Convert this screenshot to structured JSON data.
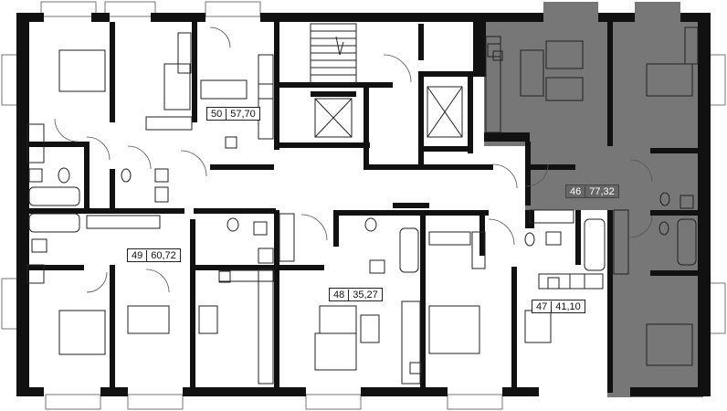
{
  "apartments": [
    {
      "number": "50",
      "area": "57,70"
    },
    {
      "number": "46",
      "area": "77,32"
    },
    {
      "number": "49",
      "area": "60,72"
    },
    {
      "number": "48",
      "area": "35,27"
    },
    {
      "number": "47",
      "area": "41,10"
    }
  ],
  "highlight_color": "#777777",
  "wall_color": "#111111",
  "icons": [
    "stair-icon",
    "elevator-icon",
    "bathtub-icon",
    "toilet-icon",
    "sink-icon",
    "stove-icon",
    "bed-icon",
    "sofa-icon",
    "dining-table-icon",
    "wardrobe-icon",
    "vent-icon",
    "door-swing-icon"
  ]
}
